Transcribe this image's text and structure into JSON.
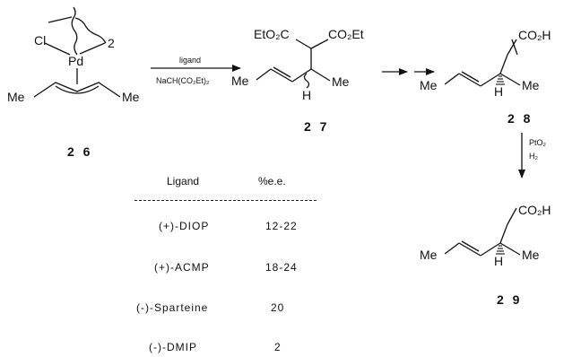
{
  "compounds": {
    "c26": {
      "number": "2 6",
      "cl": "Cl",
      "pd": "Pd",
      "dimer_index": "2",
      "me_left": "Me",
      "me_right": "Me"
    },
    "c27": {
      "number": "2 7",
      "ester_left": "EtO₂C",
      "ester_right": "CO₂Et",
      "me_vinyl": "Me",
      "h": "H",
      "me_branch": "Me"
    },
    "c28": {
      "number": "2 8",
      "acid": "CO₂H",
      "me_vinyl": "Me",
      "h": "H",
      "me_branch": "Me"
    },
    "c29": {
      "number": "2 9",
      "acid": "CO₂H",
      "me_vinyl": "Me",
      "h": "H",
      "me_branch": "Me"
    }
  },
  "arrows": {
    "step1_above": "ligand",
    "step1_below": "NaCH(CO₂Et)₂",
    "step3_line1": "PtO₂",
    "step3_line2": "H₂"
  },
  "table": {
    "headers": [
      "Ligand",
      "%e.e."
    ],
    "rows": [
      {
        "ligand": "(+)-DIOP",
        "ee": "12-22"
      },
      {
        "ligand": "(+)-ACMP",
        "ee": "18-24"
      },
      {
        "ligand": "(-)-Sparteine",
        "ee": "20"
      },
      {
        "ligand": "(-)-DMIP",
        "ee": "2"
      }
    ]
  }
}
